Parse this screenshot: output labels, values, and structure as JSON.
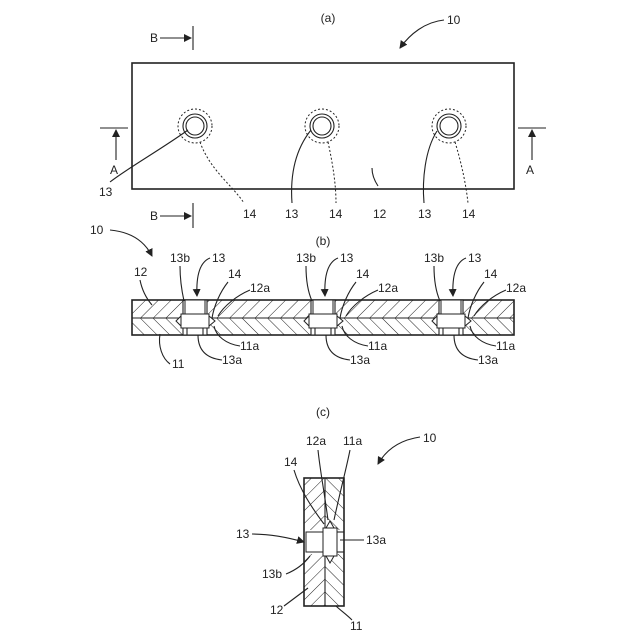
{
  "views": {
    "a": {
      "caption": "(a)"
    },
    "b": {
      "caption": "(b)"
    },
    "c": {
      "caption": "(c)"
    }
  },
  "section_marks": {
    "b": "B",
    "a": "A"
  },
  "labels": {
    "assembly": "10",
    "sheet": "11",
    "sheet_hole": "11a",
    "plate": "12",
    "plate_hole": "12a",
    "fastener": "13",
    "fastener_lower": "13a",
    "fastener_upper": "13b",
    "sealant": "14"
  },
  "colors": {
    "ink": "#222222",
    "background": "#ffffff"
  }
}
